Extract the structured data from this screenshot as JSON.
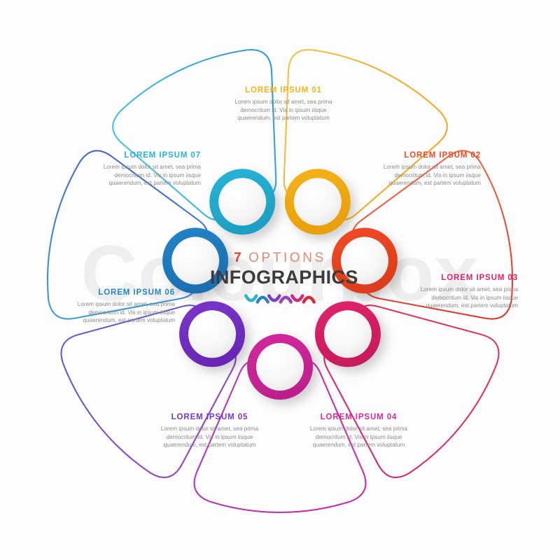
{
  "center": {
    "number": "7",
    "options_word": "OPTIONS",
    "title": "INFOGRAPHICS",
    "number_color": "#e0452a",
    "word_color": "#e08a72",
    "title_color": "#3b3b3b"
  },
  "watermark": {
    "text": "Colourbox",
    "color": "#eeeeee"
  },
  "background_color": "#fdfdfd",
  "body_text_color": "#8b8b8b",
  "decor_arcs": [
    {
      "name": "arc-cyan",
      "color": "#2bb3d4",
      "shape": "cup"
    },
    {
      "name": "arc-blue",
      "color": "#2f7fc4",
      "shape": "cap"
    },
    {
      "name": "arc-purple",
      "color": "#7b3fc4",
      "shape": "cup"
    },
    {
      "name": "arc-violet",
      "color": "#9c3fb8",
      "shape": "cap"
    },
    {
      "name": "arc-magenta",
      "color": "#cf2a7e",
      "shape": "cup"
    },
    {
      "name": "arc-red",
      "color": "#d62b38",
      "shape": "cap"
    }
  ],
  "segments": [
    {
      "id": "01",
      "title": "LOREM IPSUM 01",
      "body": "Lorem ipsum dolor sit amet, sea prima democritum id. Vis in ipsum iisque quaerendum, est partem voluptatum",
      "color": "#f5b317",
      "color_dark": "#e8a00c",
      "stroke_from": "#f0c24a",
      "stroke_to": "#f2a81e",
      "marker_name": "marker-circle-01"
    },
    {
      "id": "02",
      "title": "LOREM IPSUM 02",
      "body": "Lorem ipsum dolor sit amet, sea prima democritum id. Vis in ipsum iisque quaerendum, est partem voluptatum",
      "color": "#ef4a26",
      "color_dark": "#dd3c1a",
      "stroke_from": "#ef6a45",
      "stroke_to": "#e0342a",
      "marker_name": "marker-circle-02"
    },
    {
      "id": "03",
      "title": "LOREM IPSUM 03",
      "body": "Lorem ipsum dolor sit amet, sea prima democritum id. Vis in ipsum iisque quaerendum, est partem voluptatum",
      "color": "#e0246b",
      "color_dark": "#c91a5c",
      "stroke_from": "#e03a55",
      "stroke_to": "#d62777",
      "marker_name": "marker-circle-03"
    },
    {
      "id": "04",
      "title": "LOREM IPSUM 04",
      "body": "Lorem ipsum dolor sit amet, sea prima democritum id. Vis in ipsum iisque quaerendum, est partem voluptatum",
      "color": "#d42a9e",
      "color_dark": "#bd1f8c",
      "stroke_from": "#d42a9e",
      "stroke_to": "#a93bc0",
      "marker_name": "marker-circle-04"
    },
    {
      "id": "05",
      "title": "LOREM IPSUM 05",
      "body": "Lorem ipsum dolor sit amet, sea prima democritum id. Vis in ipsum iisque quaerendum, est partem voluptatum",
      "color": "#7b35cc",
      "color_dark": "#6827b5",
      "stroke_from": "#9b3fc4",
      "stroke_to": "#5a63c9",
      "marker_name": "marker-circle-05"
    },
    {
      "id": "06",
      "title": "LOREM IPSUM 06",
      "body": "Lorem ipsum dolor sit amet, sea prima democritum id. Vis in ipsum iisque quaerendum, est partem voluptatum",
      "color": "#2484c8",
      "color_dark": "#1a6fb0",
      "stroke_from": "#3aa3d6",
      "stroke_to": "#4a63c4",
      "marker_name": "marker-circle-06"
    },
    {
      "id": "07",
      "title": "LOREM IPSUM 07",
      "body": "Lorem ipsum dolor sit amet, sea prima democritum id. Vis in ipsum iisque quaerendum, est partem voluptatum",
      "color": "#28b4d8",
      "color_dark": "#1d9fc2",
      "stroke_from": "#46c4e0",
      "stroke_to": "#2f9ad0",
      "marker_name": "marker-circle-07"
    }
  ]
}
